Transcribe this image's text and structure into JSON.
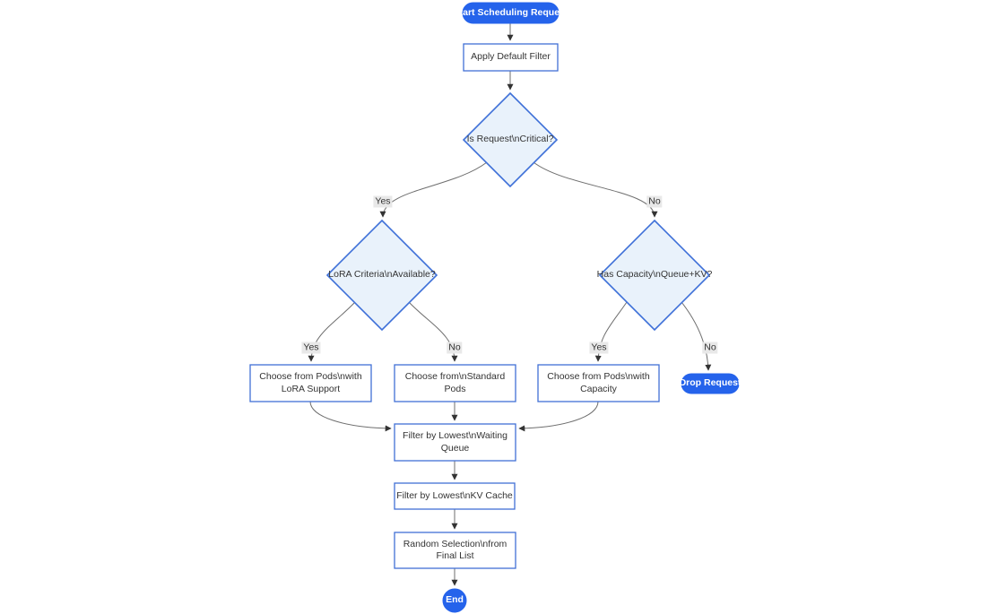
{
  "diagram": {
    "type": "flowchart",
    "direction": "top-down",
    "colors": {
      "terminal_fill": "#2563eb",
      "terminal_text": "#ffffff",
      "process_fill": "#ffffff",
      "process_border": "#4171d6",
      "decision_fill": "#e9f2fb",
      "decision_border": "#3e70d8",
      "edge_stroke": "#6e6e6e",
      "arrowhead": "#333333",
      "edge_label_bg": "#e8e8e8",
      "text": "#333333"
    },
    "nodes": {
      "start": {
        "shape": "stadium",
        "label": "Start Scheduling Request"
      },
      "apply_filter": {
        "shape": "rect",
        "label": "Apply Default Filter"
      },
      "is_critical": {
        "shape": "diamond",
        "label": "Is Request\\nCritical?"
      },
      "lora_available": {
        "shape": "diamond",
        "label": "LoRA Criteria\\nAvailable?"
      },
      "has_capacity": {
        "shape": "diamond",
        "label": "Has Capacity\\nQueue+KV?"
      },
      "choose_lora": {
        "shape": "rect",
        "lines": [
          "Choose from Pods\\nwith",
          "LoRA Support"
        ]
      },
      "choose_standard": {
        "shape": "rect",
        "lines": [
          "Choose from\\nStandard",
          "Pods"
        ]
      },
      "choose_capacity": {
        "shape": "rect",
        "lines": [
          "Choose from Pods\\nwith",
          "Capacity"
        ]
      },
      "drop_request": {
        "shape": "stadium",
        "label": "Drop Request"
      },
      "filter_queue": {
        "shape": "rect",
        "lines": [
          "Filter by Lowest\\nWaiting",
          "Queue"
        ]
      },
      "filter_kv": {
        "shape": "rect",
        "label": "Filter by Lowest\\nKV Cache"
      },
      "random_selection": {
        "shape": "rect",
        "lines": [
          "Random Selection\\nfrom",
          "Final List"
        ]
      },
      "end": {
        "shape": "stadium",
        "label": "End"
      }
    },
    "edges": [
      {
        "from": "start",
        "to": "apply_filter"
      },
      {
        "from": "apply_filter",
        "to": "is_critical"
      },
      {
        "from": "is_critical",
        "to": "lora_available",
        "label": "Yes"
      },
      {
        "from": "is_critical",
        "to": "has_capacity",
        "label": "No"
      },
      {
        "from": "lora_available",
        "to": "choose_lora",
        "label": "Yes"
      },
      {
        "from": "lora_available",
        "to": "choose_standard",
        "label": "No"
      },
      {
        "from": "has_capacity",
        "to": "choose_capacity",
        "label": "Yes"
      },
      {
        "from": "has_capacity",
        "to": "drop_request",
        "label": "No"
      },
      {
        "from": "choose_lora",
        "to": "filter_queue"
      },
      {
        "from": "choose_standard",
        "to": "filter_queue"
      },
      {
        "from": "choose_capacity",
        "to": "filter_queue"
      },
      {
        "from": "filter_queue",
        "to": "filter_kv"
      },
      {
        "from": "filter_kv",
        "to": "random_selection"
      },
      {
        "from": "random_selection",
        "to": "end"
      }
    ]
  }
}
